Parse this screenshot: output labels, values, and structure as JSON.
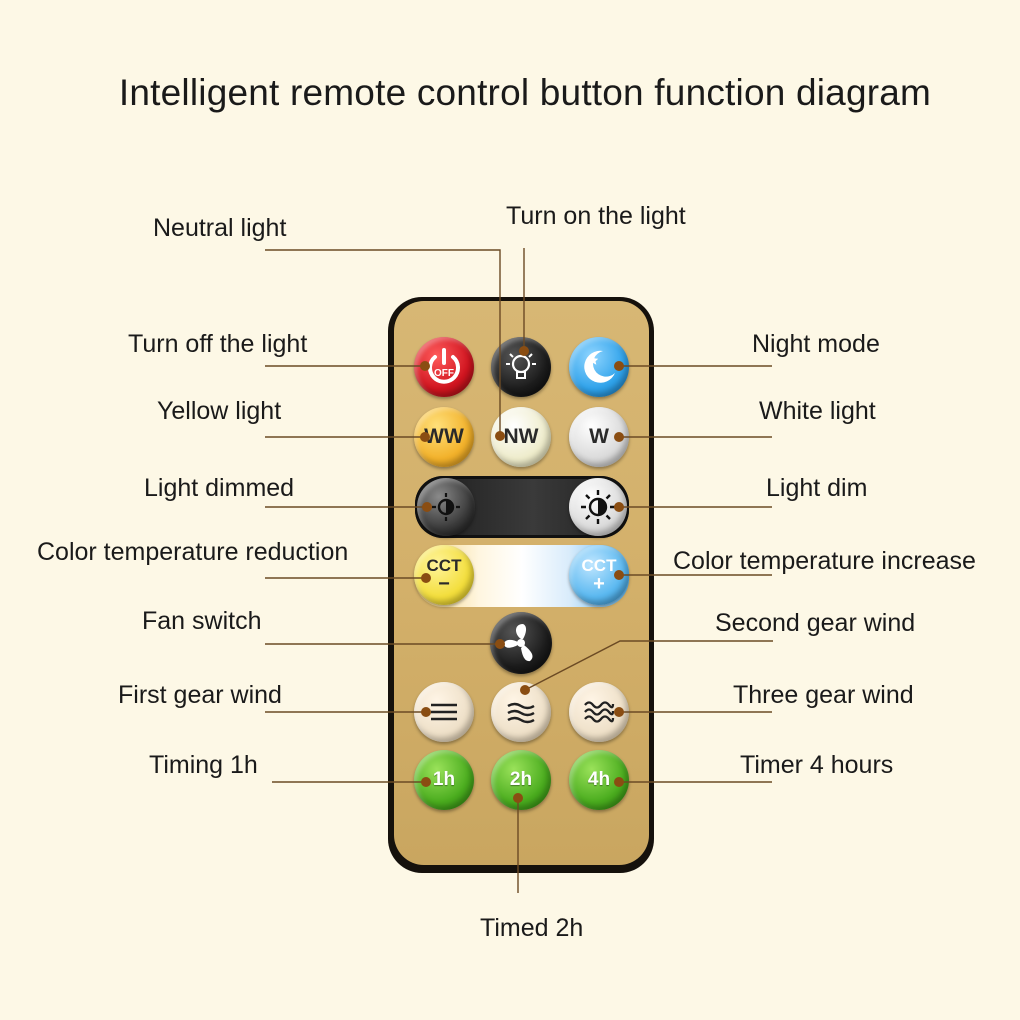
{
  "title": "Intelligent remote control button function diagram",
  "labels": {
    "neutral_light": "Neutral light",
    "turn_on": "Turn on the light",
    "turn_off": "Turn off the light",
    "night_mode": "Night mode",
    "yellow_light": "Yellow light",
    "white_light": "White light",
    "light_dimmed": "Light dimmed",
    "light_dim": "Light dim",
    "cct_reduction": "Color temperature reduction",
    "cct_increase": "Color temperature increase",
    "fan_switch": "Fan switch",
    "second_gear": "Second gear wind",
    "first_gear": "First gear wind",
    "third_gear": "Three gear wind",
    "timing_1h": "Timing 1h",
    "timer_4h": "Timer 4 hours",
    "timed_2h": "Timed 2h"
  },
  "buttons": {
    "off": "OFF",
    "ww": "WW",
    "nw": "NW",
    "w": "W",
    "cct": "CCT",
    "minus": "−",
    "plus": "+",
    "t1": "1h",
    "t2": "2h",
    "t4": "4h"
  },
  "colors": {
    "background": "#fdf8e6",
    "remote_body": "#d3b06a",
    "leader": "#6b4a24",
    "dot": "#8a4d12"
  },
  "icons": [
    "power-icon",
    "bulb-icon",
    "moon-icon",
    "sun-dim-icon",
    "sun-bright-icon",
    "fan-icon",
    "wind-1-icon",
    "wind-2-icon",
    "wind-3-icon"
  ]
}
